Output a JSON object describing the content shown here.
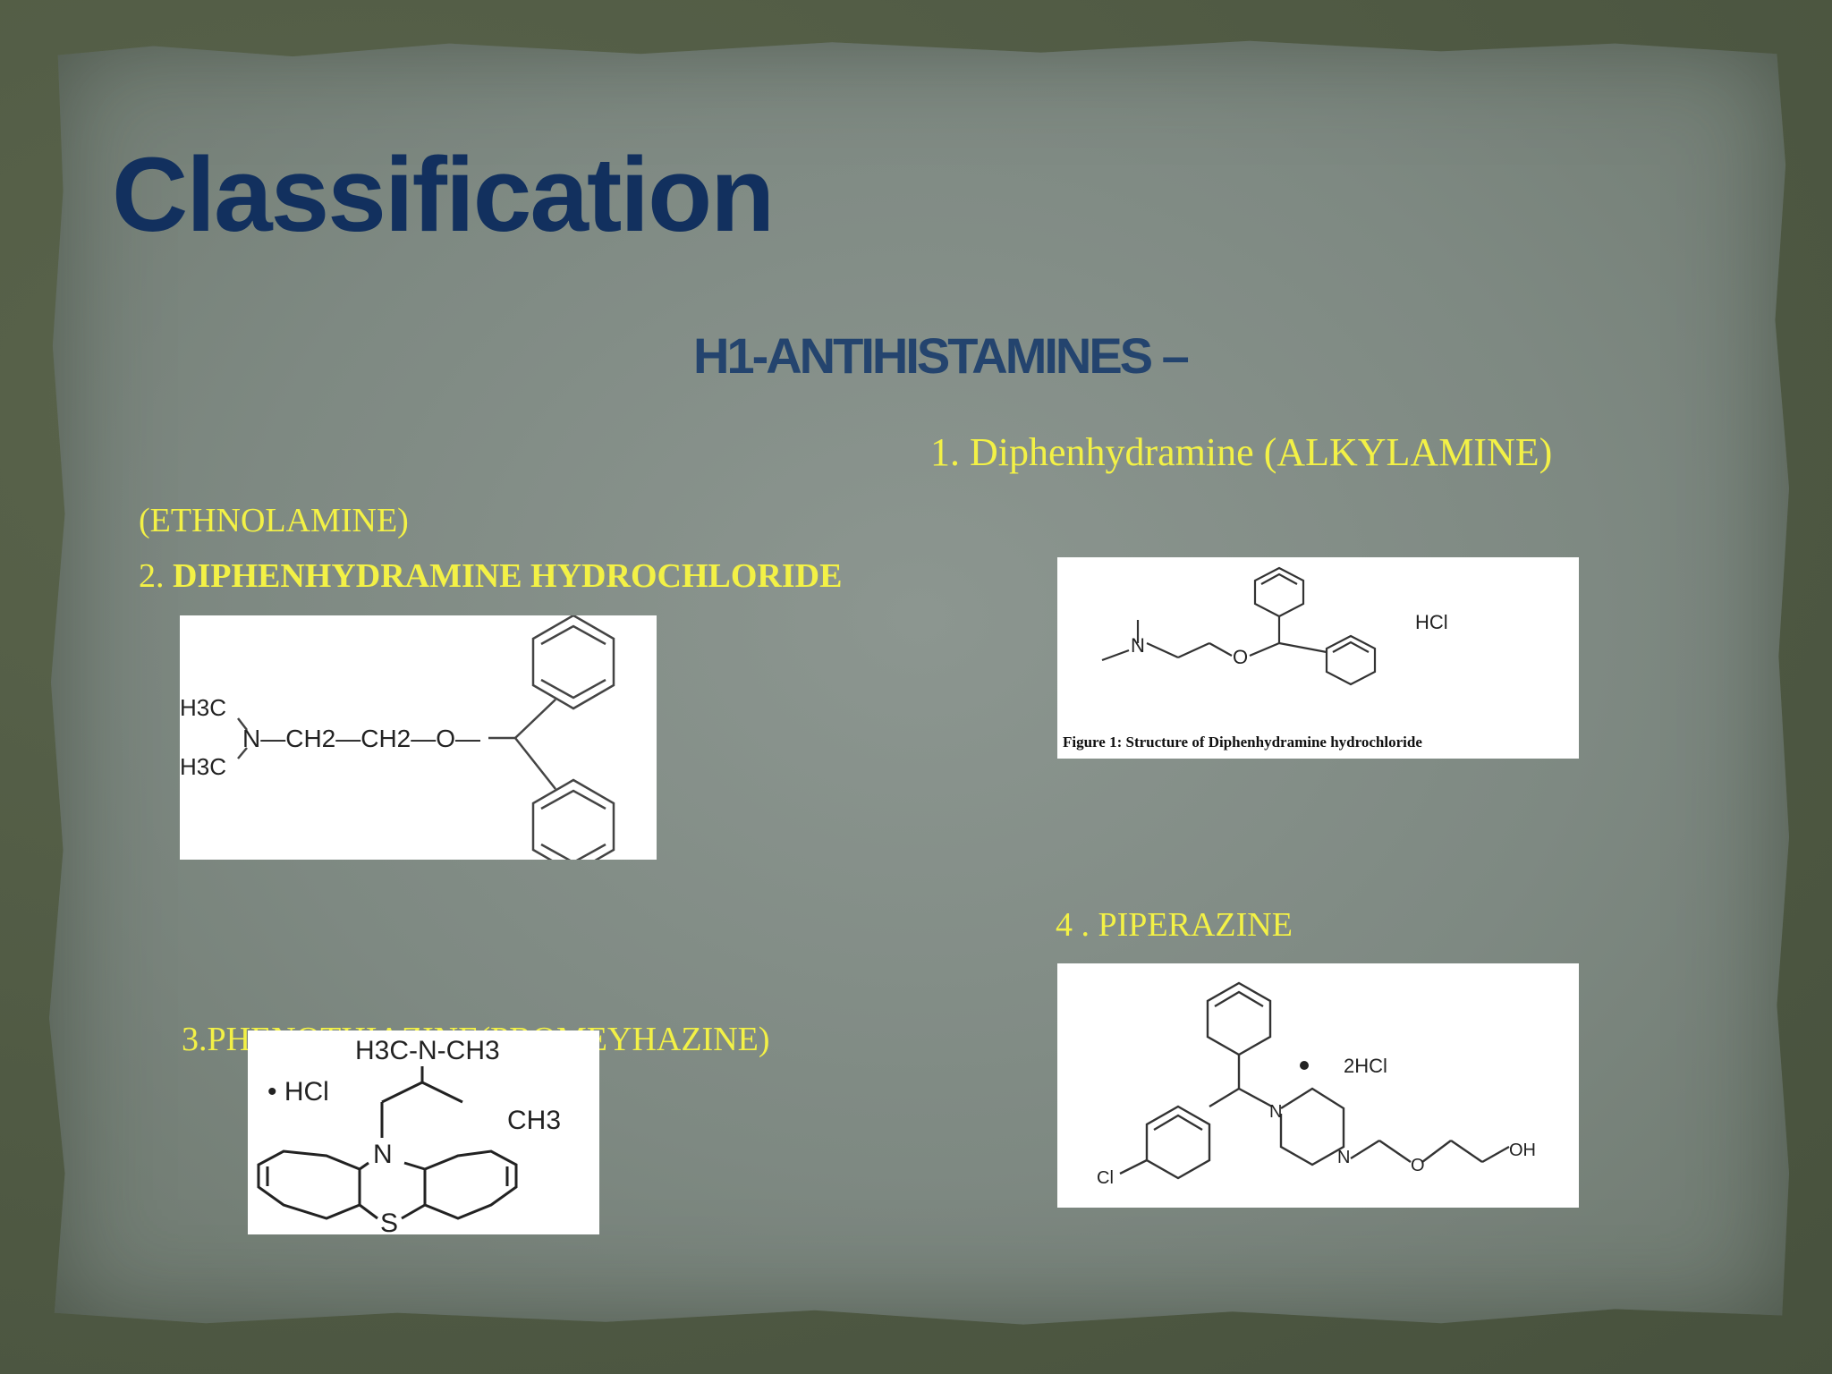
{
  "slide": {
    "title": "Classification",
    "subtitle": "H1-ANTIHISTAMINES",
    "subtitle_dash": "–"
  },
  "items": [
    {
      "label": "1. Diphenhydramine (ALKYLAMINE)"
    },
    {
      "pre_label": "(ETHNOLAMINE)",
      "number": "2.",
      "label": "DIPHENHYDRAMINE HYDROCHLORIDE"
    },
    {
      "label": "3.PHENOTHIAZINE(PROMEYHAZINE)"
    },
    {
      "label": "4 .  PIPERAZINE"
    }
  ],
  "structures": {
    "s1": {
      "salt": "HCl",
      "n": "N",
      "o": "O",
      "caption": "Figure 1: Structure of Diphenhydramine hydrochloride"
    },
    "s2": {
      "h3c_top": "H3C",
      "h3c_bottom": "H3C",
      "chain": "N—CH2—CH2—O—"
    },
    "s3": {
      "top": "H3C-N-CH3",
      "salt": "• HCl",
      "ch3": "CH3",
      "n": "N",
      "s": "S"
    },
    "s4": {
      "salt": "2HCl",
      "cl": "Cl",
      "n1": "N",
      "n2": "N",
      "o": "O",
      "oh": "OH"
    }
  },
  "colors": {
    "title": "#12305e",
    "subtitle": "#24446e",
    "label": "#f3f146"
  }
}
